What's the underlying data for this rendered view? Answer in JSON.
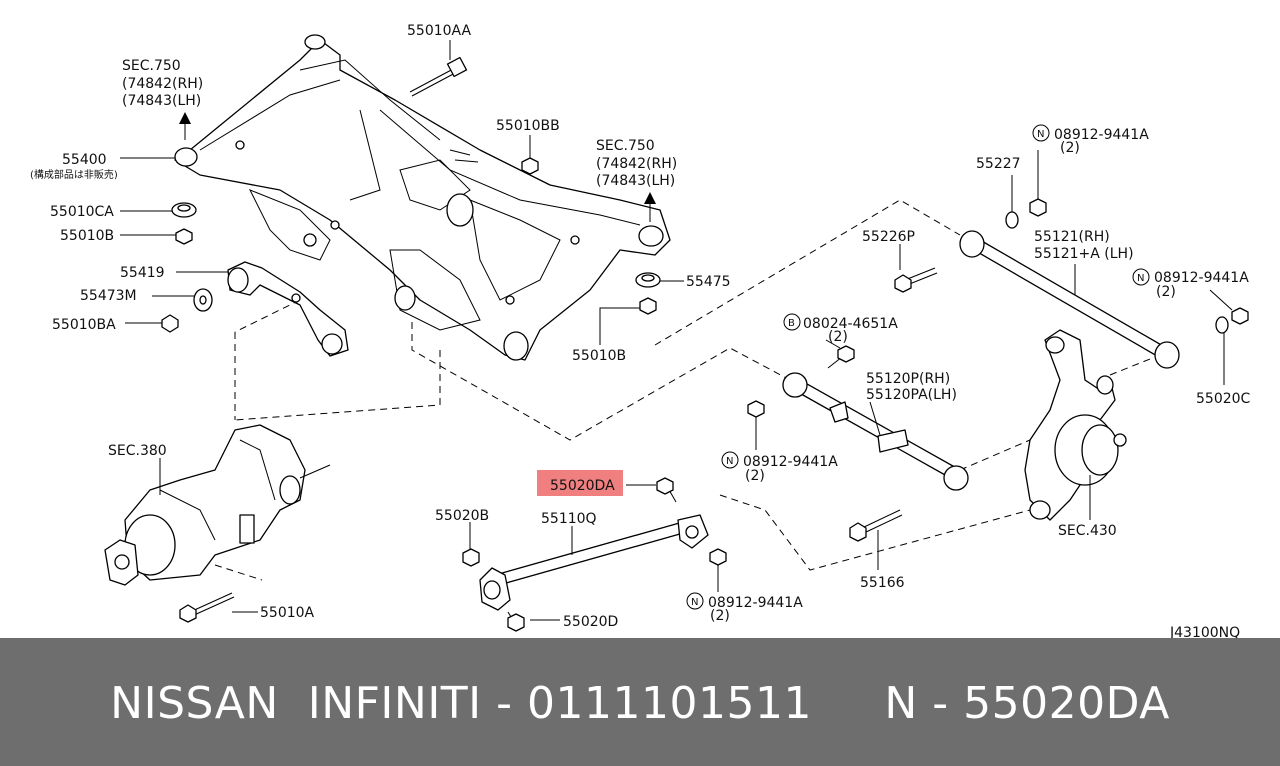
{
  "diagram": {
    "ref_code": "J43100NQ",
    "highlight_color": "#f08080",
    "callouts": [
      {
        "id": "l_55010aa",
        "text": "55010AA"
      },
      {
        "id": "l_sec750a",
        "text": "SEC.750"
      },
      {
        "id": "l_74842a",
        "text": "(74842(RH)"
      },
      {
        "id": "l_74843a",
        "text": "(74843(LH)"
      },
      {
        "id": "l_55400",
        "text": "55400"
      },
      {
        "id": "l_note",
        "text": "(構成部品は非販売)"
      },
      {
        "id": "l_55010bb",
        "text": "55010BB"
      },
      {
        "id": "l_sec750b",
        "text": "SEC.750"
      },
      {
        "id": "l_74842b",
        "text": "(74842(RH)"
      },
      {
        "id": "l_74843b",
        "text": "(74843(LH)"
      },
      {
        "id": "l_n1",
        "text": "08912-9441A"
      },
      {
        "id": "l_n1q",
        "text": "(2)"
      },
      {
        "id": "l_55227",
        "text": "55227"
      },
      {
        "id": "l_55010ca",
        "text": "55010CA"
      },
      {
        "id": "l_55010b",
        "text": "55010B"
      },
      {
        "id": "l_55226p",
        "text": "55226P"
      },
      {
        "id": "l_55121",
        "text": "55121(RH)"
      },
      {
        "id": "l_55121a",
        "text": "55121+A (LH)"
      },
      {
        "id": "l_55419",
        "text": "55419"
      },
      {
        "id": "l_55475",
        "text": "55475"
      },
      {
        "id": "l_n2",
        "text": "08912-9441A"
      },
      {
        "id": "l_n2q",
        "text": "(2)"
      },
      {
        "id": "l_55473m",
        "text": "55473M"
      },
      {
        "id": "l_55010ba",
        "text": "55010BA"
      },
      {
        "id": "l_b1",
        "text": "08024-4651A"
      },
      {
        "id": "l_b1q",
        "text": "(2)"
      },
      {
        "id": "l_55010b2",
        "text": "55010B"
      },
      {
        "id": "l_55120p",
        "text": "55120P(RH)"
      },
      {
        "id": "l_55120pa",
        "text": "55120PA(LH)"
      },
      {
        "id": "l_55020c",
        "text": "55020C"
      },
      {
        "id": "l_sec380",
        "text": "SEC.380"
      },
      {
        "id": "l_n3",
        "text": "08912-9441A"
      },
      {
        "id": "l_n3q",
        "text": "(2)"
      },
      {
        "id": "l_55020da",
        "text": "55020DA"
      },
      {
        "id": "l_55020b",
        "text": "55020B"
      },
      {
        "id": "l_55110q",
        "text": "55110Q"
      },
      {
        "id": "l_sec430",
        "text": "SEC.430"
      },
      {
        "id": "l_55166",
        "text": "55166"
      },
      {
        "id": "l_n4",
        "text": "08912-9441A"
      },
      {
        "id": "l_n4q",
        "text": "(2)"
      },
      {
        "id": "l_55010a",
        "text": "55010A"
      },
      {
        "id": "l_55020d",
        "text": "55020D"
      }
    ],
    "symbols": {
      "nut_prefix": "N",
      "bolt_prefix": "B"
    }
  },
  "footer": {
    "text": "NISSAN  INFINITI - 0111101511     N - 55020DA",
    "background": "#6e6e6e",
    "color": "#ffffff"
  }
}
